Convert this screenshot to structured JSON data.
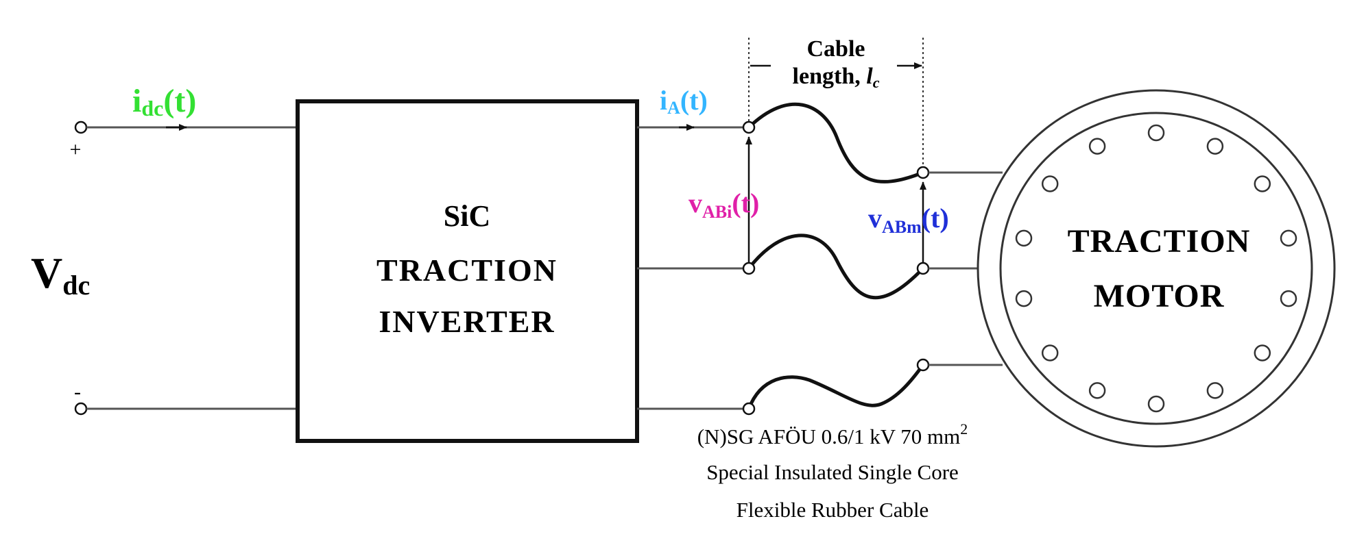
{
  "source": {
    "voltage_main": "V",
    "voltage_sub": "dc",
    "plus": "+",
    "minus": "-"
  },
  "dc_current": {
    "main": "i",
    "sub": "dc",
    "suffix": "(t)",
    "color": "#33e033"
  },
  "inverter": {
    "line1": "SiC",
    "line2": "TRACTION",
    "line3": "INVERTER"
  },
  "phase_current": {
    "main": "i",
    "sub": "A",
    "suffix": "(t)",
    "color": "#33b5ff"
  },
  "cable_length": {
    "line1": "Cable",
    "line2_prefix": "length, ",
    "line2_var": "l",
    "line2_var_sub": "c"
  },
  "v_inverter": {
    "main": "v",
    "sub": "ABi",
    "suffix": "(t)",
    "color": "#e020a8"
  },
  "v_motor": {
    "main": "v",
    "sub": "ABm",
    "suffix": "(t)",
    "color": "#2030d8"
  },
  "motor": {
    "line1": "TRACTION",
    "line2": "MOTOR"
  },
  "cable_spec": {
    "line1": "(N)SG AFÖU 0.6/1 kV 70 mm",
    "line1_sup": "2",
    "line2": "Special Insulated Single Core",
    "line3": "Flexible Rubber Cable"
  }
}
